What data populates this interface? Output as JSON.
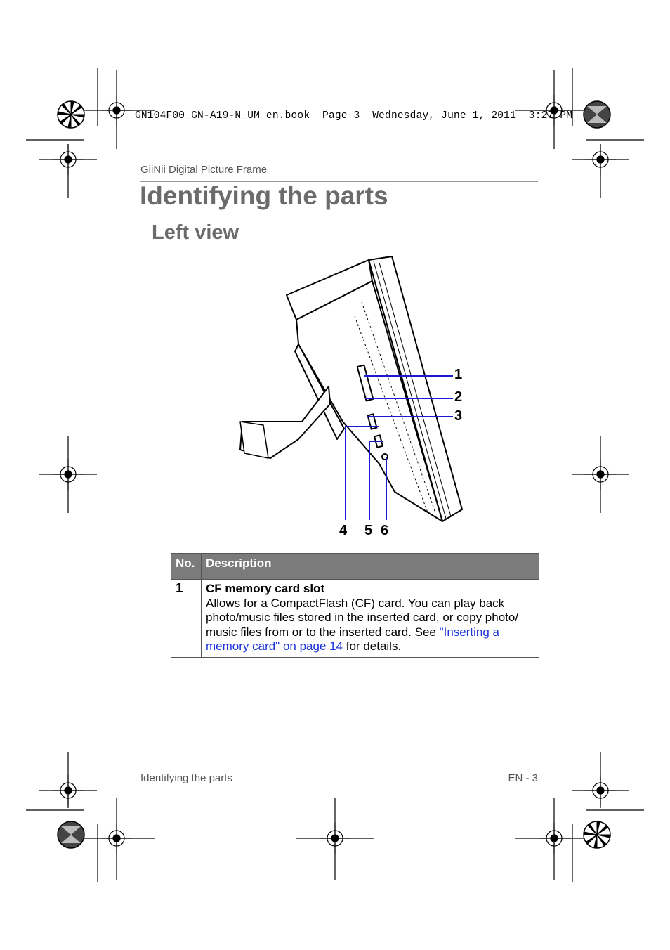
{
  "slug_line": "GN104F00_GN-A19-N_UM_en.book  Page 3  Wednesday, June 1, 2011  3:27 PM",
  "running_head": "GiiNii Digital Picture Frame",
  "page_title": "Identifying the parts",
  "section_title": "Left view",
  "callouts": [
    "1",
    "2",
    "3",
    "4",
    "5",
    "6"
  ],
  "table": {
    "headers": [
      "No.",
      "Description"
    ],
    "rows": [
      {
        "number": "1",
        "title": "CF memory card slot",
        "text": "Allows for a CompactFlash (CF) card. You can play back photo/music files stored in the inserted card, or copy photo/ music files from or to the inserted card. See ",
        "link": "\"Inserting a memory card\" on page 14",
        "text_after": " for details."
      }
    ]
  },
  "footer": {
    "left": "Identifying the parts",
    "right": "EN - 3"
  },
  "colors": {
    "heading": "#6b6b6b",
    "table_header": "#7b7b7b",
    "callout_line": "#1a1ad0",
    "link": "#1a33d9"
  }
}
